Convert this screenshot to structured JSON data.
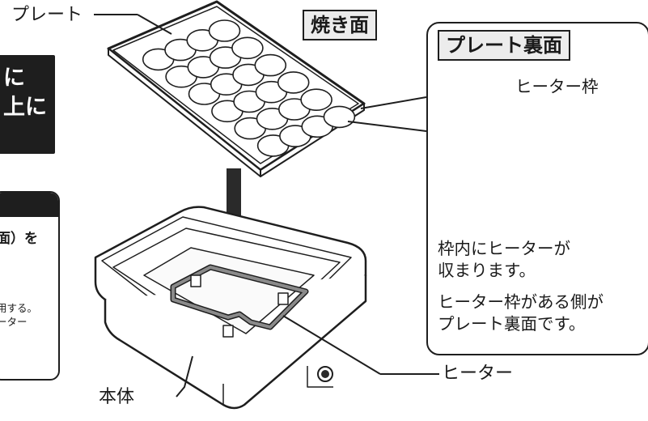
{
  "left_black_box": {
    "line1": "に",
    "line2": "上に"
  },
  "left_side_box": {
    "text1": "面）を",
    "text2_line1": "用する。",
    "text2_line2": "ーター"
  },
  "labels": {
    "plate": "プレート",
    "baking_surface": "焼き面",
    "main_body": "本体",
    "heater": "ヒーター"
  },
  "panel": {
    "title": "プレート裏面",
    "heater_frame": "ヒーター枠",
    "note1_line1": "枠内にヒーターが",
    "note1_line2": "収まります。",
    "note2_line1": "ヒーター枠がある側が",
    "note2_line2": "プレート裏面です。"
  },
  "colors": {
    "ink": "#1e1e1e",
    "fill_light": "#ececec",
    "heater_gray": "#8a8a8a"
  }
}
